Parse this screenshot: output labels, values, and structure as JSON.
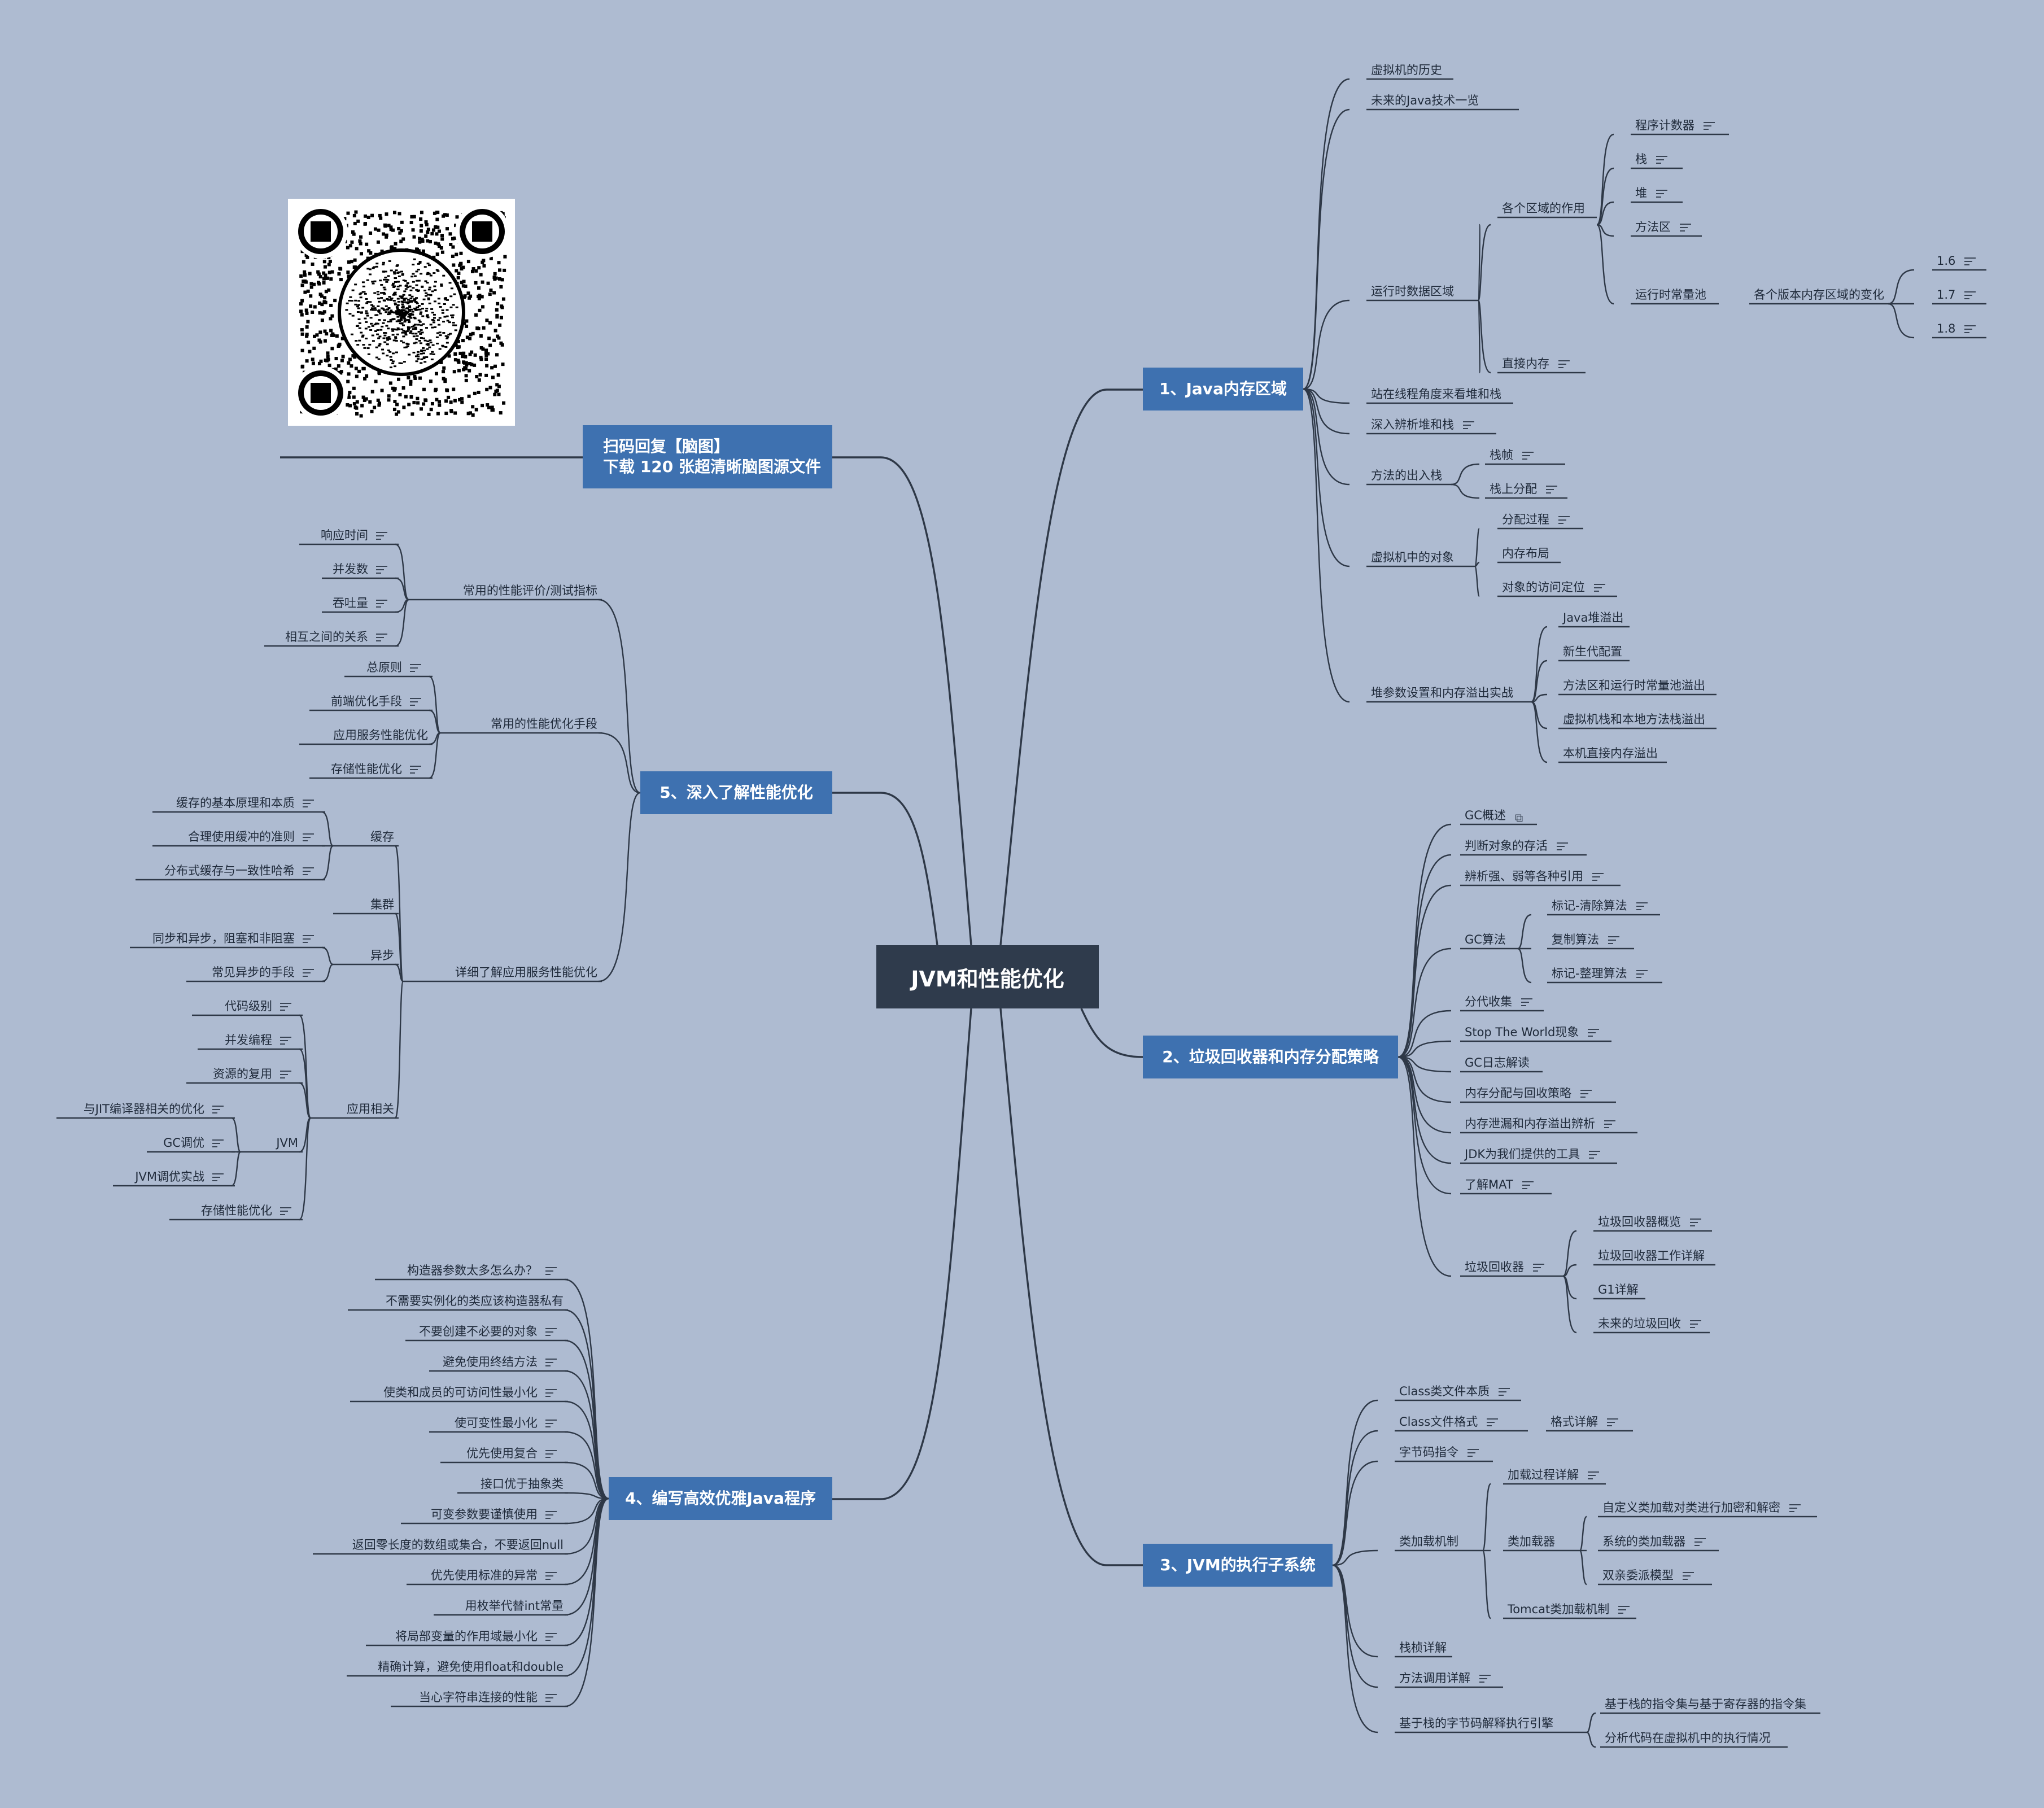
{
  "root": "JVM和性能优化",
  "colors": {
    "background": "#aebbd1",
    "branch": "#3e71b0",
    "root": "#2f3b4c",
    "line": "#2e3847"
  },
  "qr_banner": {
    "line1": "扫码回复【脑图】",
    "line2": "下载 120 张超清晰脑图源文件"
  },
  "branches": [
    {
      "id": "b1",
      "label": "1、Java内存区域",
      "children": [
        "虚拟机的历史",
        "未来的Java技术一览",
        "运行时数据区域",
        "站在线程角度来看堆和栈",
        "深入辨析堆和栈",
        "方法的出入栈",
        "虚拟机中的对象",
        "堆参数设置和内存溢出实战"
      ],
      "sub": {
        "运行时数据区域": [
          "各个区域的作用",
          "直接内存"
        ],
        "各个区域的作用": [
          "程序计数器",
          "栈",
          "堆",
          "方法区",
          "运行时常量池"
        ],
        "运行时常量池": [
          "各个版本内存区域的变化"
        ],
        "各个版本内存区域的变化": [
          "1.6",
          "1.7",
          "1.8"
        ],
        "方法的出入栈": [
          "栈帧",
          "栈上分配"
        ],
        "虚拟机中的对象": [
          "分配过程",
          "内存布局",
          "对象的访问定位"
        ],
        "堆参数设置和内存溢出实战": [
          "Java堆溢出",
          "新生代配置",
          "方法区和运行时常量池溢出",
          "虚拟机栈和本地方法栈溢出",
          "本机直接内存溢出"
        ]
      }
    },
    {
      "id": "b2",
      "label": "2、垃圾回收器和内存分配策略",
      "children": [
        "GC概述",
        "判断对象的存活",
        "辨析强、弱等各种引用",
        "GC算法",
        "分代收集",
        "Stop The World现象",
        "GC日志解读",
        "内存分配与回收策略",
        "内存泄漏和内存溢出辨析",
        "JDK为我们提供的工具",
        "了解MAT",
        "垃圾回收器"
      ],
      "sub": {
        "GC算法": [
          "标记-清除算法",
          "复制算法",
          "标记-整理算法"
        ],
        "垃圾回收器": [
          "垃圾回收器概览",
          "垃圾回收器工作详解",
          "G1详解",
          "未来的垃圾回收"
        ]
      }
    },
    {
      "id": "b3",
      "label": "3、JVM的执行子系统",
      "children": [
        "Class类文件本质",
        "Class文件格式",
        "字节码指令",
        "类加载机制",
        "栈桢详解",
        "方法调用详解",
        "基于栈的字节码解释执行引擎"
      ],
      "sub": {
        "Class文件格式": [
          "格式详解"
        ],
        "类加载机制": [
          "加载过程详解",
          "类加载器",
          "Tomcat类加载机制"
        ],
        "类加载器": [
          "自定义类加载对类进行加密和解密",
          "系统的类加载器",
          "双亲委派模型"
        ],
        "基于栈的字节码解释执行引擎": [
          "基于栈的指令集与基于寄存器的指令集",
          "分析代码在虚拟机中的执行情况"
        ]
      }
    },
    {
      "id": "b4",
      "label": "4、编写高效优雅Java程序",
      "children": [
        "构造器参数太多怎么办？",
        "不需要实例化的类应该构造器私有",
        "不要创建不必要的对象",
        "避免使用终结方法",
        "使类和成员的可访问性最小化",
        "使可变性最小化",
        "优先使用复合",
        "接口优于抽象类",
        "可变参数要谨慎使用",
        "返回零长度的数组或集合，不要返回null",
        "优先使用标准的异常",
        "用枚举代替int常量",
        "将局部变量的作用域最小化",
        "精确计算，避免使用float和double",
        "当心字符串连接的性能"
      ]
    },
    {
      "id": "b5",
      "label": "5、深入了解性能优化",
      "children": [
        "常用的性能评价/测试指标",
        "常用的性能优化手段",
        "详细了解应用服务性能优化"
      ],
      "sub": {
        "常用的性能评价/测试指标": [
          "响应时间",
          "并发数",
          "吞吐量",
          "相互之间的关系"
        ],
        "常用的性能优化手段": [
          "总原则",
          "前端优化手段",
          "应用服务性能优化",
          "存储性能优化"
        ],
        "详细了解应用服务性能优化": [
          "缓存",
          "集群",
          "异步",
          "应用相关"
        ],
        "缓存": [
          "缓存的基本原理和本质",
          "合理使用缓冲的准则",
          "分布式缓存与一致性哈希"
        ],
        "异步": [
          "同步和异步，阻塞和非阻塞",
          "常见异步的手段"
        ],
        "应用相关": [
          "代码级别",
          "并发编程",
          "资源的复用",
          "JVM",
          "存储性能优化"
        ],
        "JVM": [
          "与JIT编译器相关的优化",
          "GC调优",
          "JVM调优实战"
        ]
      }
    }
  ],
  "note_icons_on": [
    "程序计数器",
    "栈",
    "堆",
    "方法区",
    "1.6",
    "1.7",
    "1.8",
    "直接内存",
    "深入辨析堆和栈",
    "栈帧",
    "栈上分配",
    "分配过程",
    "对象的访问定位",
    "判断对象的存活",
    "辨析强、弱等各种引用",
    "标记-清除算法",
    "复制算法",
    "标记-整理算法",
    "分代收集",
    "Stop The World现象",
    "内存分配与回收策略",
    "内存泄漏和内存溢出辨析",
    "JDK为我们提供的工具",
    "了解MAT",
    "垃圾回收器",
    "垃圾回收器概览",
    "未来的垃圾回收",
    "Class类文件本质",
    "Class文件格式",
    "格式详解",
    "字节码指令",
    "加载过程详解",
    "自定义类加载对类进行加密和解密",
    "系统的类加载器",
    "双亲委派模型",
    "Tomcat类加载机制",
    "方法调用详解",
    "构造器参数太多怎么办？",
    "不要创建不必要的对象",
    "避免使用终结方法",
    "使类和成员的可访问性最小化",
    "使可变性最小化",
    "优先使用复合",
    "可变参数要谨慎使用",
    "优先使用标准的异常",
    "将局部变量的作用域最小化",
    "当心字符串连接的性能",
    "响应时间",
    "并发数",
    "吞吐量",
    "相互之间的关系",
    "总原则",
    "前端优化手段",
    "存储性能优化",
    "缓存的基本原理和本质",
    "合理使用缓冲的准则",
    "分布式缓存与一致性哈希",
    "同步和异步，阻塞和非阻塞",
    "常见异步的手段",
    "代码级别",
    "并发编程",
    "资源的复用",
    "与JIT编译器相关的优化",
    "GC调优",
    "JVM调优实战"
  ],
  "link_icon_on": [
    "GC概述"
  ]
}
